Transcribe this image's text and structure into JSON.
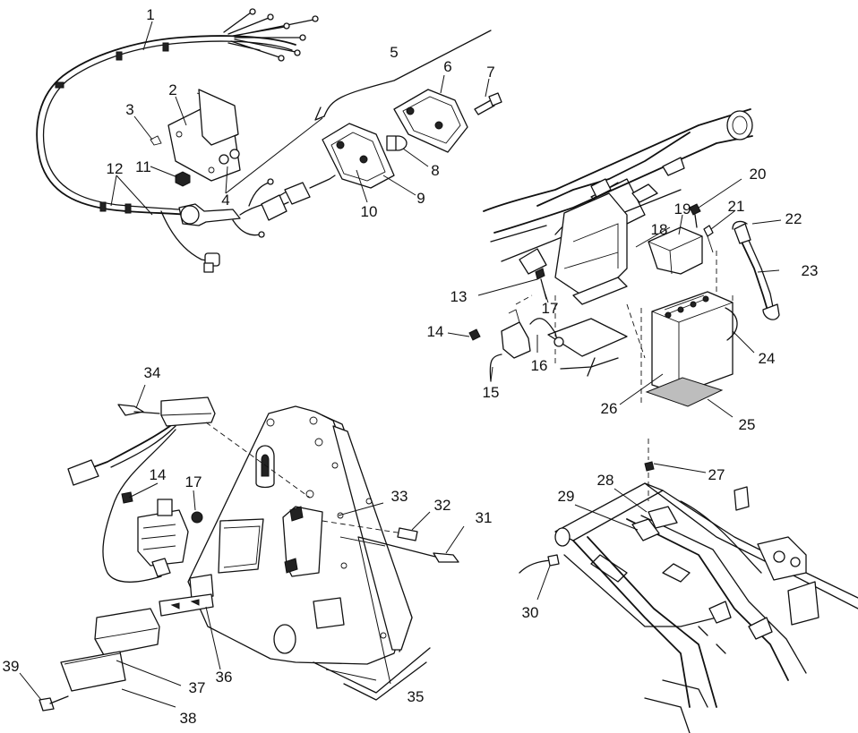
{
  "callouts": [
    {
      "id": "1",
      "text": "1"
    },
    {
      "id": "2",
      "text": "2"
    },
    {
      "id": "3",
      "text": "3"
    },
    {
      "id": "4",
      "text": "4"
    },
    {
      "id": "5",
      "text": "5"
    },
    {
      "id": "6",
      "text": "6"
    },
    {
      "id": "7",
      "text": "7"
    },
    {
      "id": "8",
      "text": "8"
    },
    {
      "id": "9",
      "text": "9"
    },
    {
      "id": "10",
      "text": "10"
    },
    {
      "id": "11",
      "text": "11"
    },
    {
      "id": "12",
      "text": "12"
    },
    {
      "id": "13",
      "text": "13"
    },
    {
      "id": "14",
      "text": "14"
    },
    {
      "id": "15",
      "text": "15"
    },
    {
      "id": "16",
      "text": "16"
    },
    {
      "id": "17",
      "text": "17"
    },
    {
      "id": "18",
      "text": "18"
    },
    {
      "id": "19",
      "text": "19"
    },
    {
      "id": "20",
      "text": "20"
    },
    {
      "id": "21",
      "text": "21"
    },
    {
      "id": "22",
      "text": "22"
    },
    {
      "id": "23",
      "text": "23"
    },
    {
      "id": "24",
      "text": "24"
    },
    {
      "id": "25",
      "text": "25"
    },
    {
      "id": "26",
      "text": "26"
    },
    {
      "id": "27",
      "text": "27"
    },
    {
      "id": "28",
      "text": "28"
    },
    {
      "id": "29",
      "text": "29"
    },
    {
      "id": "30",
      "text": "30"
    },
    {
      "id": "31",
      "text": "31"
    },
    {
      "id": "32",
      "text": "32"
    },
    {
      "id": "33",
      "text": "33"
    },
    {
      "id": "34",
      "text": "34"
    },
    {
      "id": "35",
      "text": "35"
    },
    {
      "id": "36",
      "text": "36"
    },
    {
      "id": "37",
      "text": "37"
    },
    {
      "id": "38",
      "text": "38"
    },
    {
      "id": "39",
      "text": "39"
    },
    {
      "id": "14b",
      "text": "14"
    },
    {
      "id": "17b",
      "text": "17"
    }
  ]
}
